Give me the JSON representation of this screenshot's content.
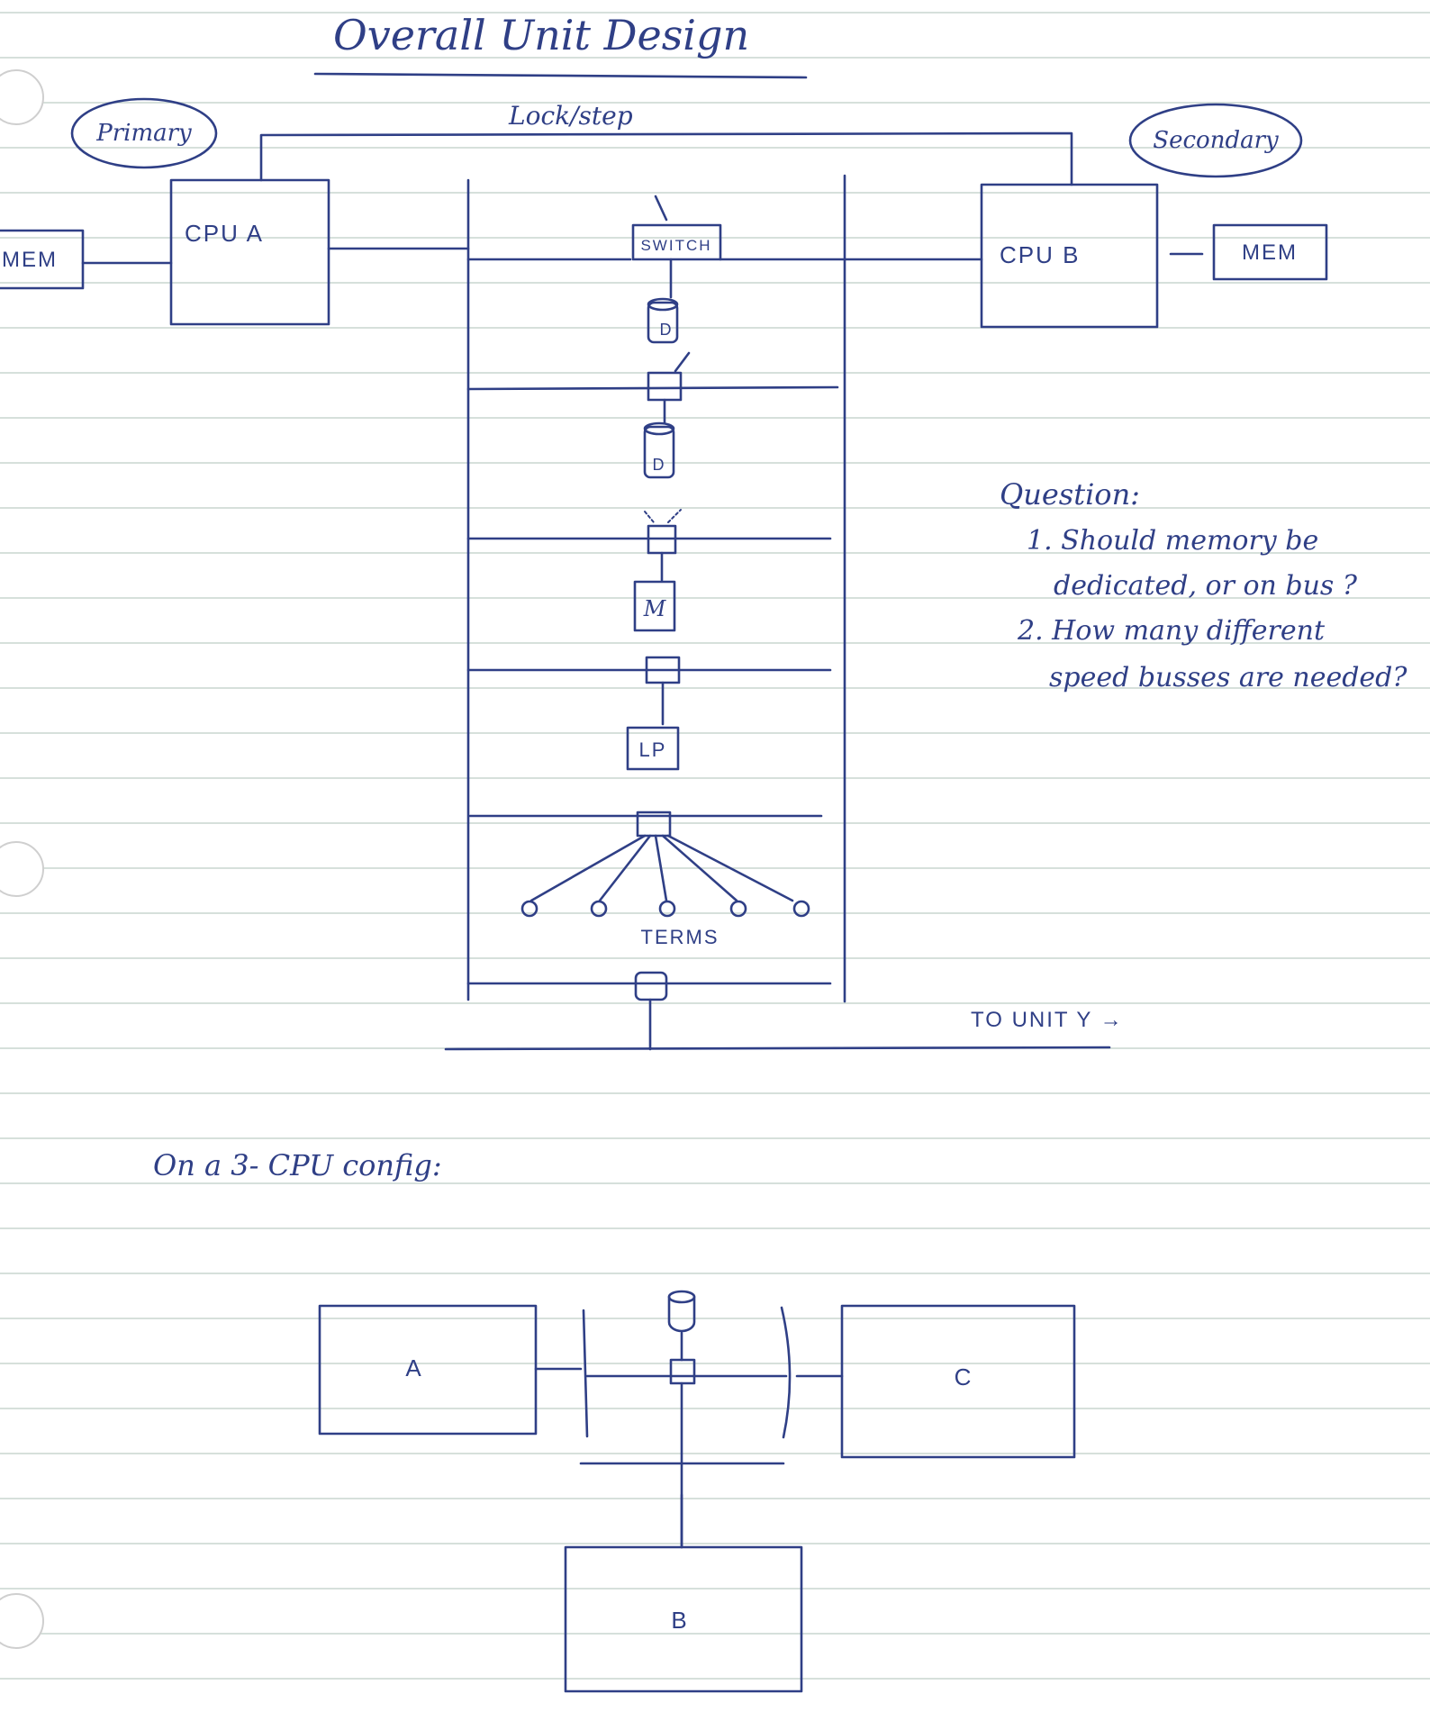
{
  "title": "Overall Unit Design",
  "lockstep_label": "Lock/step",
  "primary_label": "Primary",
  "secondary_label": "Secondary",
  "cpu_a_label": "CPU A",
  "cpu_b_label": "CPU B",
  "mem_left_label": "MEM",
  "mem_right_label": "MEM",
  "switch_label": "SWITCH",
  "disk1_label": "D",
  "disk2_label": "D",
  "device3_label": "M",
  "lp_label": "LP",
  "terms_label": "TERMS",
  "to_unit_label": "TO UNIT Y →",
  "question_title": "Question:",
  "question_1_line1": "1. Should memory be",
  "question_1_line2": "dedicated, or on bus ?",
  "question_2_line1": "2. How many different",
  "question_2_line2": "speed busses are needed?",
  "config_label": "On a 3- CPU config:",
  "box_a_label": "A",
  "box_b_label": "B",
  "box_c_label": "C",
  "colors": {
    "ink": "#2f3f86",
    "paper": "#ffffff",
    "rule": "#c9d6cf"
  }
}
